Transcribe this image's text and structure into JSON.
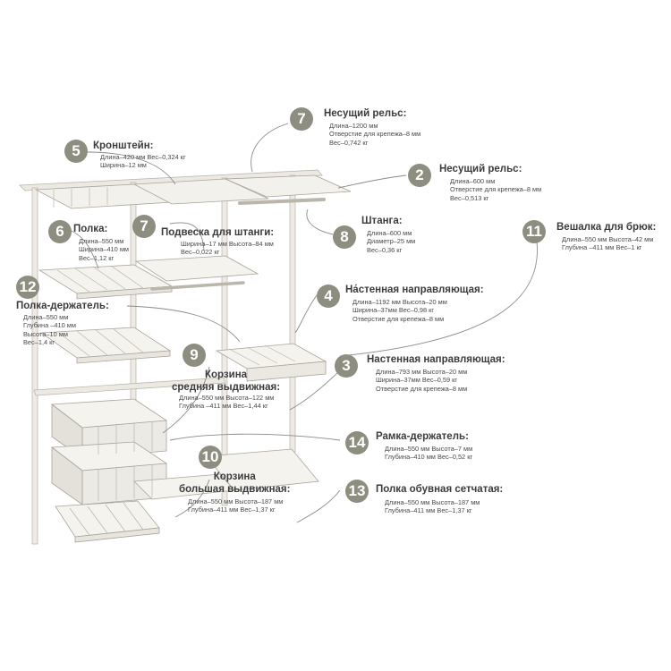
{
  "callouts": [
    {
      "num": "7",
      "title": "Несущий рельс:",
      "lines": [
        "Длина–1200 мм",
        "Отверстие для крепежа–8 мм",
        "Вес–0,742 кг"
      ]
    },
    {
      "num": "2",
      "title": "Несущий рельс:",
      "lines": [
        "Длина–600 мм",
        "Отверстие для крепежа–8 мм",
        "Вес–0,513 кг"
      ]
    },
    {
      "num": "5",
      "title": "Кронштейн:",
      "lines": [
        "Длина–420 мм   Вес–0,324 кг",
        "Ширина–12 мм"
      ]
    },
    {
      "num": "6",
      "title": "Полка:",
      "lines": [
        "Длина–550 мм",
        "Ширина–410 мм",
        "Вес–1,12 кг"
      ]
    },
    {
      "num": "7",
      "title": "Подвеска для штанги:",
      "lines": [
        "Ширина–17 мм   Высота–84 мм",
        "Вес–0,022 кг"
      ]
    },
    {
      "num": "8",
      "title": "Штанга:",
      "lines": [
        "Длина–600 мм",
        "Диаметр–25 мм",
        "Вес–0,36 кг"
      ]
    },
    {
      "num": "11",
      "title": "Вешалка для брюк:",
      "lines": [
        "Длина–550 мм   Высота–42 мм",
        "Глубина –411 мм   Вес–1 кг"
      ]
    },
    {
      "num": "12",
      "title": "Полка-держатель:",
      "lines": [
        "Длина–550 мм",
        "Глубина –410 мм",
        "Высота–10 мм",
        "Вес–1,4 кг"
      ]
    },
    {
      "num": "4",
      "title": "На́стенная направляющая:",
      "lines": [
        "Длина–1192 мм   Высота–20 мм",
        "Ширина–37мм   Вес–0,98 кг",
        "Отверстие для крепежа–8 мм"
      ]
    },
    {
      "num": "9",
      "title": "Корзина\nсредняя выдвижная:",
      "lines": [
        "Длина–550 мм   Высота–122 мм",
        "Глубина –411 мм   Вес–1,44 кг"
      ]
    },
    {
      "num": "3",
      "title": "Настенная направляющая:",
      "lines": [
        "Длина–793 мм   Высота–20 мм",
        "Ширина–37мм   Вес–0,59 кг",
        "Отверстие для крепежа–8 мм"
      ]
    },
    {
      "num": "14",
      "title": "Рамка-держатель:",
      "lines": [
        "Длина–550 мм   Высота–7 мм",
        "Глубина–410 мм   Вес–0,52 кг"
      ]
    },
    {
      "num": "10",
      "title": "Корзина\nбольшая выдвижная:",
      "lines": [
        "Длина–550 мм   Высота–187 мм",
        "Глубина–411 мм  Вес–1,37 кг"
      ]
    },
    {
      "num": "13",
      "title": "Полка обувная сетчатая:",
      "lines": [
        "Длина–550 мм   Высота–187 мм",
        "Глубина–411 мм   Вес–1,37 кг"
      ]
    }
  ]
}
